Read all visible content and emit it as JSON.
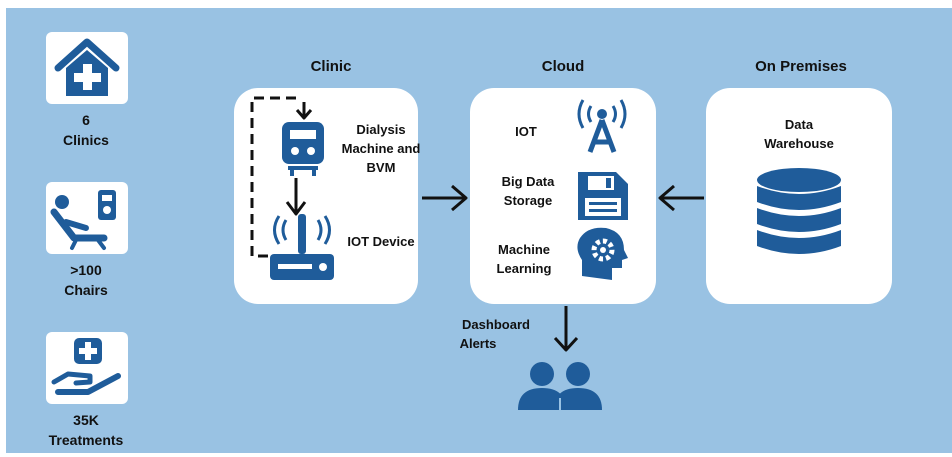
{
  "colors": {
    "background": "#99c2e3",
    "icon_blue": "#1f5c9a",
    "card": "#ffffff",
    "arrow": "#111111"
  },
  "stats": [
    {
      "number": "6",
      "label": "Clinics",
      "icon": "clinic-house-plus-icon"
    },
    {
      "number": ">100",
      "label": "Chairs",
      "icon": "dialysis-chair-icon"
    },
    {
      "number": "35K",
      "label": "Treatments",
      "icon": "hand-medical-icon"
    }
  ],
  "columns": {
    "clinic": "Clinic",
    "cloud": "Cloud",
    "on_premises": "On Premises"
  },
  "clinic": {
    "machine_line1": "Dialysis",
    "machine_line2": "Machine and",
    "machine_line3": "BVM",
    "iot_device": "IOT Device"
  },
  "cloud": {
    "iot": "IOT",
    "storage_line1": "Big Data",
    "storage_line2": "Storage",
    "ml_line1": "Machine",
    "ml_line2": "Learning"
  },
  "on_premises": {
    "line1": "Data",
    "line2": "Warehouse"
  },
  "output": {
    "line1": "Dashboard",
    "line2": "Alerts",
    "icon": "users-icon"
  }
}
